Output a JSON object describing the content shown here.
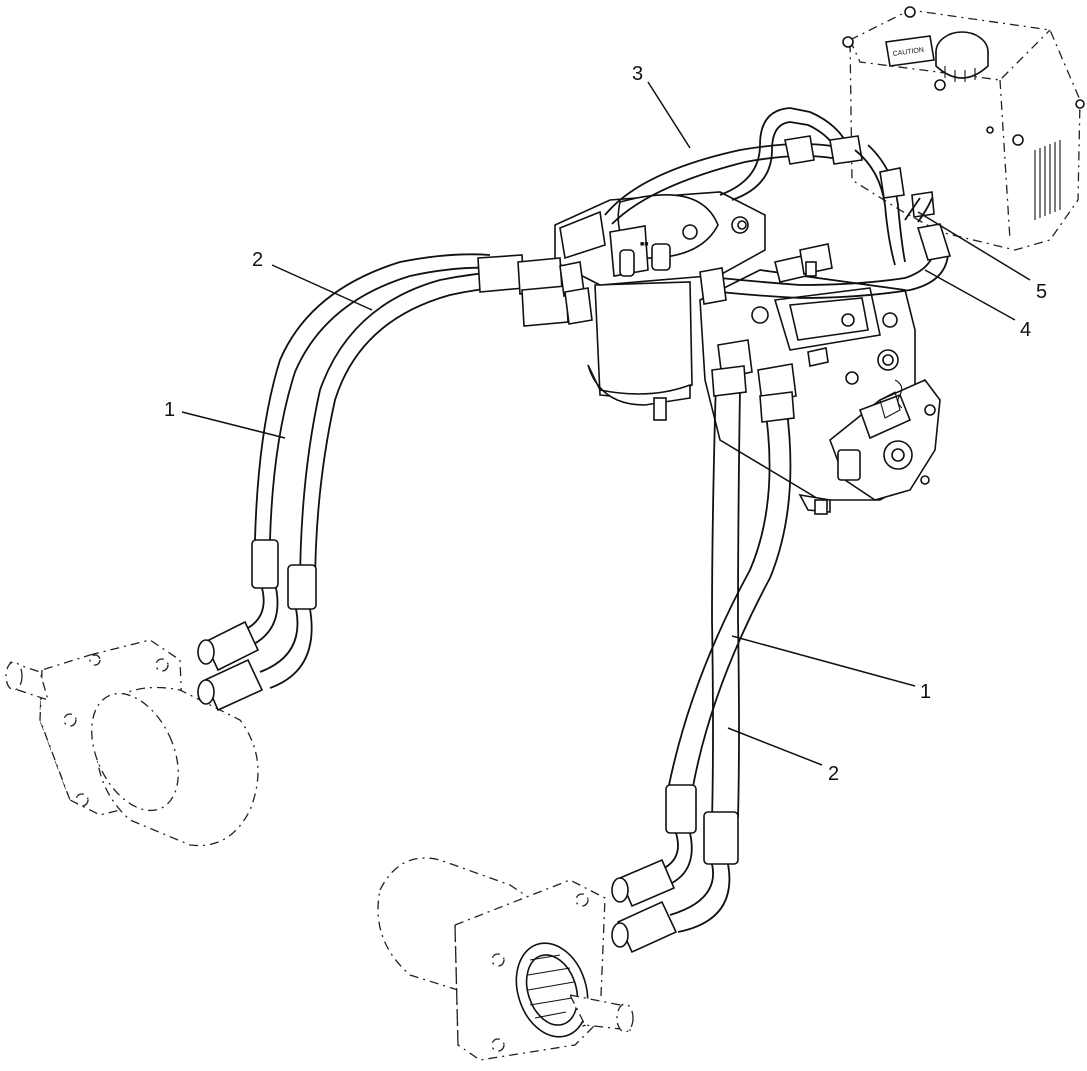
{
  "callouts": [
    {
      "id": "callout-1-left",
      "label": "1"
    },
    {
      "id": "callout-2-left",
      "label": "2"
    },
    {
      "id": "callout-3",
      "label": "3"
    },
    {
      "id": "callout-4",
      "label": "4"
    },
    {
      "id": "callout-5",
      "label": "5"
    },
    {
      "id": "callout-1-right",
      "label": "1"
    },
    {
      "id": "callout-2-right",
      "label": "2"
    }
  ],
  "reservoir": {
    "decal_text": "CAUTION"
  }
}
